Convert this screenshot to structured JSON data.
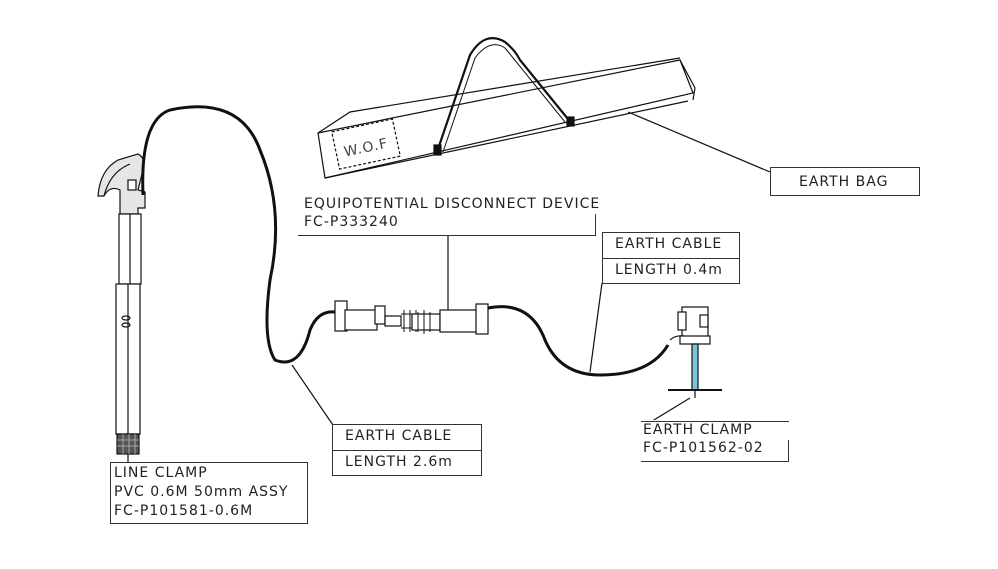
{
  "colors": {
    "line": "#111111",
    "box_border": "#333333",
    "text": "#222222",
    "accent": "#7fc3df"
  },
  "earth_bag": {
    "label": "EARTH BAG",
    "stencil": "W.O.F"
  },
  "disconnect_device": {
    "line1": "EQUIPOTENTIAL DISCONNECT DEVICE",
    "line2": "FC-P333240"
  },
  "earth_cable_short": {
    "title": "EARTH CABLE",
    "length": "LENGTH 0.4m"
  },
  "earth_cable_long": {
    "title": "EARTH CABLE",
    "length": "LENGTH 2.6m"
  },
  "earth_clamp": {
    "line1": "EARTH CLAMP",
    "line2": "FC-P101562-02"
  },
  "line_clamp": {
    "line1": "LINE CLAMP",
    "line2": "PVC 0.6M 50mm ASSY",
    "line3": "FC-P101581-0.6M"
  }
}
